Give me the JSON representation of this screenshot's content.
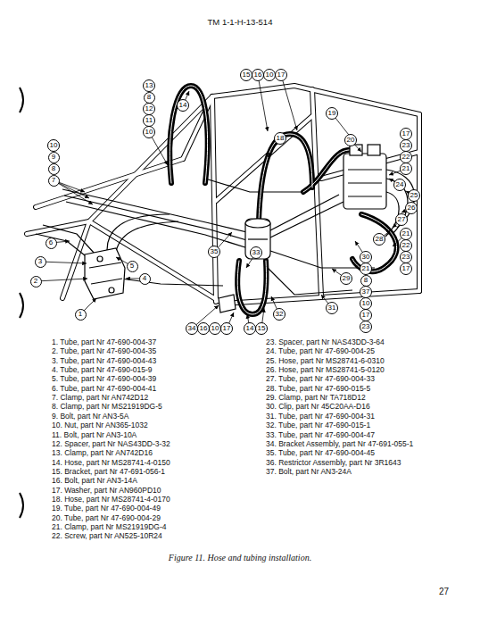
{
  "diagram": {
    "caption": "Figure 11. Hose and tubing installation.",
    "nodes": [
      {
        "text": [
          "13"
        ]
      },
      {
        "text": [
          "8"
        ]
      },
      {
        "text": [
          "12"
        ]
      },
      {
        "text": [
          "11"
        ]
      },
      {
        "text": [
          "10"
        ]
      },
      {
        "text": [
          "14"
        ]
      },
      {
        "text": [
          "15"
        ]
      },
      {
        "text": [
          "16"
        ]
      },
      {
        "text": [
          "10"
        ]
      },
      {
        "text": [
          "17"
        ]
      },
      {
        "text": [
          "19"
        ]
      },
      {
        "text": [
          "17"
        ]
      },
      {
        "text": [
          "23"
        ]
      },
      {
        "text": [
          "22"
        ]
      },
      {
        "text": [
          "21"
        ]
      },
      {
        "text": [
          "18"
        ]
      },
      {
        "text": [
          "20"
        ]
      },
      {
        "text": [
          "10"
        ]
      },
      {
        "text": [
          "9"
        ]
      },
      {
        "text": [
          "8"
        ]
      },
      {
        "text": [
          "7"
        ]
      },
      {
        "text": [
          "24"
        ]
      },
      {
        "text": [
          "25"
        ]
      },
      {
        "text": [
          "26"
        ]
      },
      {
        "text": [
          "27"
        ]
      },
      {
        "text": [
          "21"
        ]
      },
      {
        "text": [
          "22"
        ]
      },
      {
        "text": [
          "23"
        ]
      },
      {
        "text": [
          "17"
        ]
      },
      {
        "text": [
          "6"
        ]
      },
      {
        "text": [
          "35"
        ]
      },
      {
        "text": [
          "33"
        ]
      },
      {
        "text": [
          "28"
        ]
      },
      {
        "text": [
          "3"
        ]
      },
      {
        "text": [
          "5"
        ]
      },
      {
        "text": [
          "4"
        ]
      },
      {
        "text": [
          "2"
        ]
      },
      {
        "text": [
          "29"
        ]
      },
      {
        "text": [
          "30"
        ]
      },
      {
        "text": [
          "21"
        ]
      },
      {
        "text": [
          "8"
        ]
      },
      {
        "text": [
          "37"
        ]
      },
      {
        "text": [
          "10"
        ]
      },
      {
        "text": [
          "17"
        ]
      },
      {
        "text": [
          "23"
        ]
      },
      {
        "text": [
          "31"
        ]
      },
      {
        "text": [
          "1"
        ]
      },
      {
        "text": [
          "32"
        ]
      },
      {
        "text": [
          "34"
        ]
      },
      {
        "text": [
          "16"
        ]
      },
      {
        "text": [
          "10"
        ]
      },
      {
        "text": [
          "17"
        ]
      },
      {
        "text": [
          "14"
        ]
      },
      {
        "text": [
          "15"
        ]
      }
    ],
    "labels": [
      "TM 1-1-H-13-514",
      "1. Tube, part Nr 47-690-004-37",
      "2. Tube, part Nr 47-690-004-35",
      "3. Tube, part Nr 47-690-004-43",
      "4. Tube, part Nr 47-690-015-9",
      "5. Tube, part Nr 47-690-004-39",
      "6. Tube, part Nr 47-690-004-41",
      "7. Clamp, part Nr AN742D12",
      "8. Clamp, part Nr MS21919DG-5",
      "9. Bolt, part Nr AN3-5A",
      "10. Nut, part Nr AN365-1032",
      "11. Bolt, part Nr AN3-10A",
      "12. Spacer, part Nr NAS43DD-3-32",
      "13. Clamp, part Nr AN742D16",
      "14. Hose, part Nr MS28741-4-0150",
      "15. Bracket, part Nr 47-691-056-1",
      "16. Bolt, part Nr AN3-14A",
      "17. Washer, part Nr AN960PD10",
      "18. Hose, part Nr MS28741-4-0170",
      "19. Tube, part Nr 47-690-004-49",
      "20. Tube, part Nr 47-690-004-29",
      "21. Clamp, part Nr MS21919DG-4",
      "22. Screw, part Nr AN525-10R24",
      "23. Spacer, part Nr NAS43DD-3-64",
      "24. Tube, part Nr 47-690-004-25",
      "25. Hose, part Nr MS28741-6-0310",
      "26. Hose, part Nr MS28741-5-0120",
      "27. Tube, part Nr 47-690-004-33",
      "28. Tube, part Nr 47-690-015-5",
      "29. Clamp, part Nr TA718D12",
      "30. Clip, part Nr 45C20AA-D16",
      "31. Tube, part Nr 47-690-004-31",
      "32. Tube, part Nr 47-690-015-1",
      "33. Tube, part Nr 47-690-004-47",
      "34. Bracket Assembly, part Nr 47-691-055-1",
      "35. Tube, part Nr 47-690-004-45",
      "36. Restrictor Assembly, part Nr 3R1643",
      "37. Bolt, part Nr AN3-24A",
      "27"
    ]
  }
}
